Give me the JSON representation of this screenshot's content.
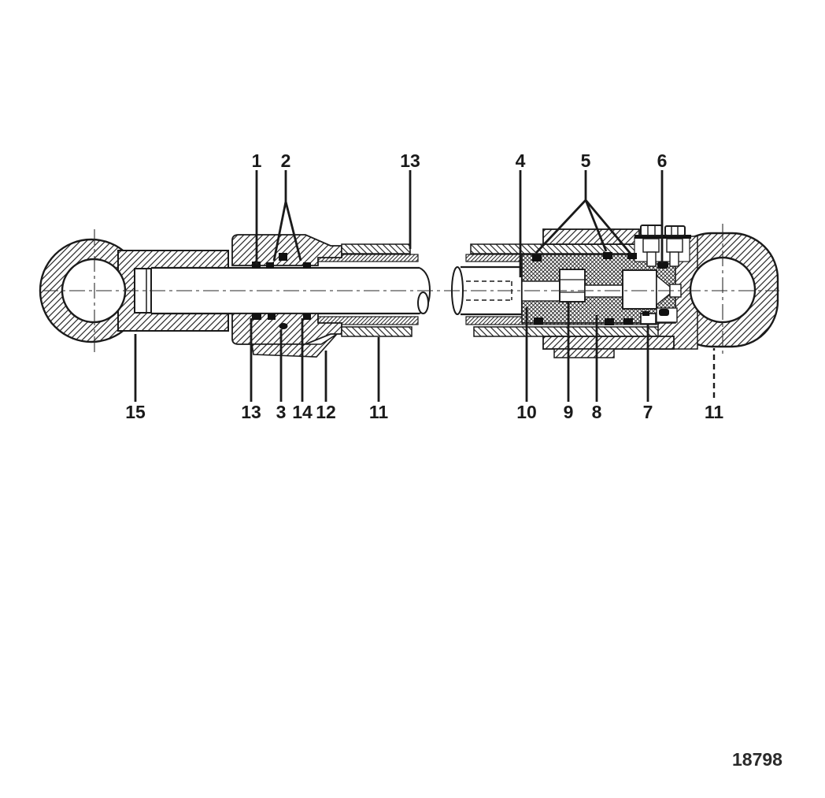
{
  "figure": {
    "drawing_number": "18798"
  },
  "colors": {
    "ink": "#1a1a1a",
    "background": "#ffffff"
  },
  "callouts": {
    "top": [
      {
        "label": "1"
      },
      {
        "label": "2"
      },
      {
        "label": "13"
      },
      {
        "label": "4"
      },
      {
        "label": "5"
      },
      {
        "label": "6"
      }
    ],
    "bottom": [
      {
        "label": "15"
      },
      {
        "label": "13"
      },
      {
        "label": "3"
      },
      {
        "label": "14"
      },
      {
        "label": "12"
      },
      {
        "label": "11"
      },
      {
        "label": "10"
      },
      {
        "label": "9"
      },
      {
        "label": "8"
      },
      {
        "label": "7"
      },
      {
        "label": "11"
      }
    ]
  }
}
